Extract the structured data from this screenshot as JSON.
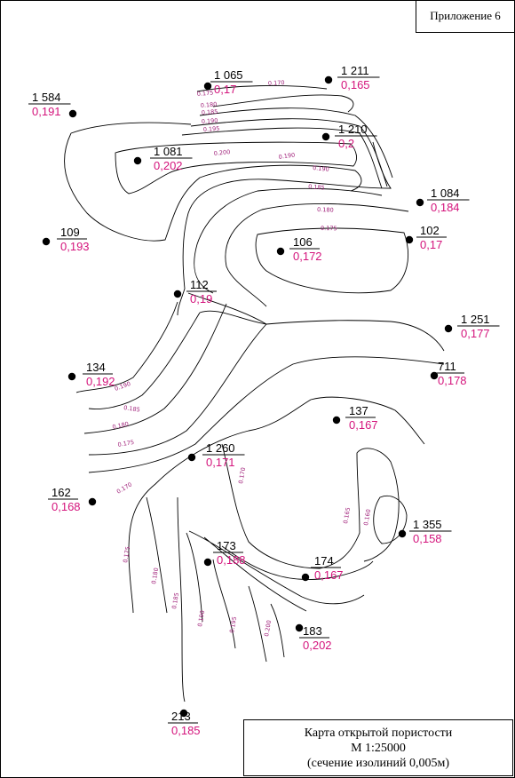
{
  "appendix_label": "Приложение 6",
  "title": {
    "line1": "Карта открытой пористости",
    "line2": "М 1:25000",
    "line3": "(сечение изолиний 0,005м)"
  },
  "colors": {
    "well_number": "#000000",
    "porosity_value": "#d4147c",
    "isoline_label": "#a0207a"
  },
  "wells": [
    {
      "number": "1 065",
      "value": "0,17"
    },
    {
      "number": "1 211",
      "value": "0,165"
    },
    {
      "number": "1 584",
      "value": "0,191"
    },
    {
      "number": "1 210",
      "value": "0,2"
    },
    {
      "number": "1 081",
      "value": "0,202"
    },
    {
      "number": "1 084",
      "value": "0,184"
    },
    {
      "number": "109",
      "value": "0,193"
    },
    {
      "number": "106",
      "value": "0,172"
    },
    {
      "number": "102",
      "value": "0,17"
    },
    {
      "number": "112",
      "value": "0,19"
    },
    {
      "number": "1 251",
      "value": "0,177"
    },
    {
      "number": "134",
      "value": "0,192"
    },
    {
      "number": "711",
      "value": "0,178"
    },
    {
      "number": "137",
      "value": "0,167"
    },
    {
      "number": "1 260",
      "value": "0,171"
    },
    {
      "number": "162",
      "value": "0,168"
    },
    {
      "number": "1 355",
      "value": "0,158"
    },
    {
      "number": "173",
      "value": "0,188"
    },
    {
      "number": "174",
      "value": "0,167"
    },
    {
      "number": "183",
      "value": "0,202"
    },
    {
      "number": "213",
      "value": "0,185"
    }
  ],
  "isoline_labels": [
    "0.175",
    "0.170",
    "0.180",
    "0.185",
    "0.190",
    "0.195",
    "0.200",
    "0.190",
    "0.190",
    "0.185",
    "0.180",
    "0.175",
    "0.190",
    "0.185",
    "0.180",
    "0.175",
    "0.170",
    "0.175",
    "0.180",
    "0.185",
    "0.190",
    "0.195",
    "0.200",
    "0.170",
    "0.165",
    "0.160"
  ]
}
